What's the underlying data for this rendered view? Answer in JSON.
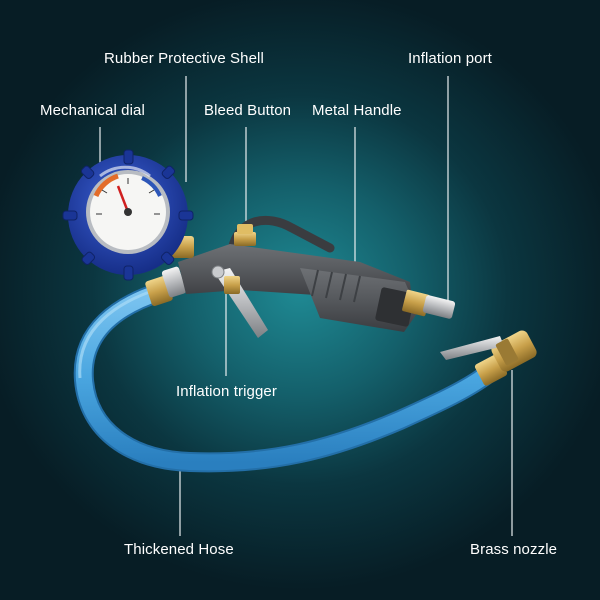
{
  "labels": {
    "rubber_shell": "Rubber Protective Shell",
    "inflation_port": "Inflation port",
    "mechanical_dial": "Mechanical dial",
    "bleed_button": "Bleed Button",
    "metal_handle": "Metal Handle",
    "inflation_trigger": "Inflation trigger",
    "thickened_hose": "Thickened Hose",
    "brass_nozzle": "Brass nozzle"
  },
  "colors": {
    "background_center": "#1f8a94",
    "background_edge": "#071d25",
    "hose": "#4aa6e0",
    "dial_shell": "#1f3fb0",
    "body": "#55585c",
    "brass": "#c8a04a",
    "label_text": "#ffffff"
  }
}
